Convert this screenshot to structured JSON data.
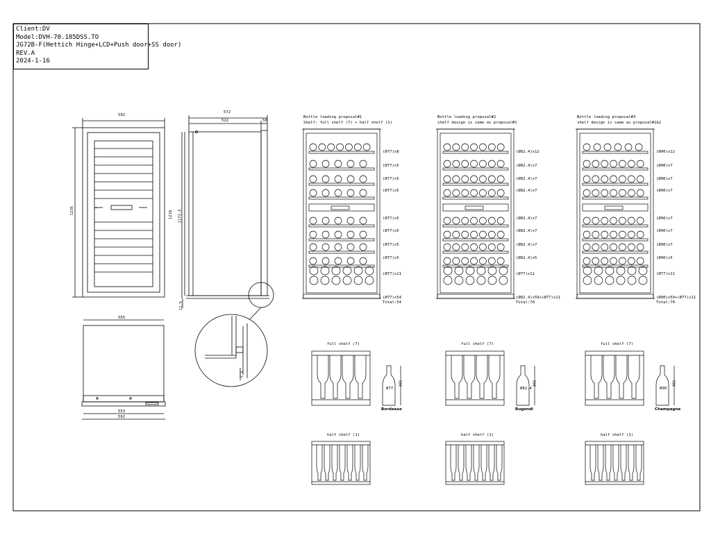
{
  "title_block": {
    "client": "Client:DV",
    "model": "Model:DVH-70.185DSS.TO",
    "config": "JG72B-F(Hettich Hinge+LCD+Push door+SS door)",
    "revision": "REV.A",
    "date": "2024-1-16"
  },
  "dimensions": {
    "front_width_top": "592",
    "front_height": "1235",
    "side_depth_total": "572",
    "side_depth_body": "522",
    "side_door_depth": "50",
    "side_height": "1218",
    "side_inner_height": "1173.5",
    "side_foot": "11.5",
    "top_view_depth": "555",
    "top_view_inner": "553",
    "top_view_width": "592",
    "detail_gap": "5.5"
  },
  "proposals": [
    {
      "title": "Bottle loading proposal#1",
      "subtitle": "Shelf: full shelf (7) + half shelf (1)",
      "labels": [
        "(Ø77)x8",
        "(Ø77)x5",
        "(Ø77)x5",
        "(Ø77)x5",
        "(Ø77)x5",
        "(Ø77)x5",
        "(Ø77)x5",
        "(Ø77)x5",
        "(Ø77)x11"
      ],
      "total_formula": "(Ø77)x54",
      "total": "Total:54"
    },
    {
      "title": "Bottle loading proposal#2",
      "subtitle": "shelf design is same as proposal#1",
      "labels": [
        "(Ø82.4)x12",
        "(Ø82.4)x7",
        "(Ø82.4)x7",
        "(Ø82.4)x7",
        "(Ø82.4)x7",
        "(Ø82.4)x7",
        "(Ø82.4)x7",
        "(Ø82.4)x5",
        "(Ø77)x11"
      ],
      "total_formula": "(Ø82.4)x59+(Ø77)x11",
      "total": "Total:70"
    },
    {
      "title": "Bottle loading proposal#3",
      "subtitle": "shelf design is same as proposal#1&2",
      "labels": [
        "(Ø90)x12",
        "(Ø90)x7",
        "(Ø90)x7",
        "(Ø90)x7",
        "(Ø90)x7",
        "(Ø90)x7",
        "(Ø90)x7",
        "(Ø90)x5",
        "(Ø77)x11"
      ],
      "total_formula": "(Ø90)x59+(Ø77)x11",
      "total": "Total:70"
    }
  ],
  "shelf_details": [
    {
      "full_shelf": "full shelf (7)",
      "half_shelf": "half shelf (1)",
      "bottle_name": "Bordeaux",
      "bottle_diameter": "Ø77",
      "bottle_height": "301"
    },
    {
      "full_shelf": "full shelf (7)",
      "half_shelf": "half shelf (1)",
      "bottle_name": "Bugendi",
      "bottle_diameter": "Ø82.4",
      "bottle_height": "301"
    },
    {
      "full_shelf": "full shelf (7)",
      "half_shelf": "half shelf (1)",
      "bottle_name": "Champagne",
      "bottle_diameter": "Ø90",
      "bottle_height": "301"
    }
  ]
}
